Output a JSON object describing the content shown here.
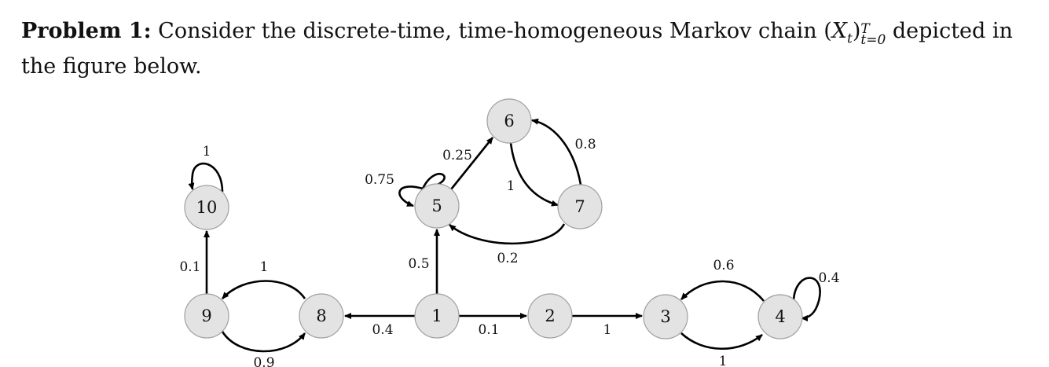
{
  "problem": {
    "label": "Problem 1:",
    "text_before": "Consider the discrete-time, time-homogeneous Markov chain",
    "math_open": "(",
    "math_var": "X",
    "math_sub": "t",
    "math_close": ")",
    "math_sup": "T",
    "math_lower": "t=0",
    "text_after": "depicted in the figure below."
  },
  "diagram": {
    "nodes": [
      {
        "id": "1",
        "label": "1"
      },
      {
        "id": "2",
        "label": "2"
      },
      {
        "id": "3",
        "label": "3"
      },
      {
        "id": "4",
        "label": "4"
      },
      {
        "id": "5",
        "label": "5"
      },
      {
        "id": "6",
        "label": "6"
      },
      {
        "id": "7",
        "label": "7"
      },
      {
        "id": "8",
        "label": "8"
      },
      {
        "id": "9",
        "label": "9"
      },
      {
        "id": "10",
        "label": "10"
      }
    ],
    "edges": [
      {
        "from": "1",
        "to": "2",
        "prob": "0.1"
      },
      {
        "from": "1",
        "to": "8",
        "prob": "0.4"
      },
      {
        "from": "1",
        "to": "5",
        "prob": "0.5"
      },
      {
        "from": "2",
        "to": "3",
        "prob": "1"
      },
      {
        "from": "3",
        "to": "4",
        "prob": "1"
      },
      {
        "from": "4",
        "to": "3",
        "prob": "0.6"
      },
      {
        "from": "4",
        "to": "4",
        "prob": "0.4"
      },
      {
        "from": "5",
        "to": "5",
        "prob": "0.75"
      },
      {
        "from": "5",
        "to": "6",
        "prob": "0.25"
      },
      {
        "from": "6",
        "to": "7",
        "prob": "1"
      },
      {
        "from": "7",
        "to": "6",
        "prob": "0.8"
      },
      {
        "from": "7",
        "to": "5",
        "prob": "0.2"
      },
      {
        "from": "8",
        "to": "9",
        "prob": "1"
      },
      {
        "from": "9",
        "to": "8",
        "prob": "0.9"
      },
      {
        "from": "9",
        "to": "10",
        "prob": "0.1"
      },
      {
        "from": "10",
        "to": "10",
        "prob": "1"
      }
    ]
  }
}
